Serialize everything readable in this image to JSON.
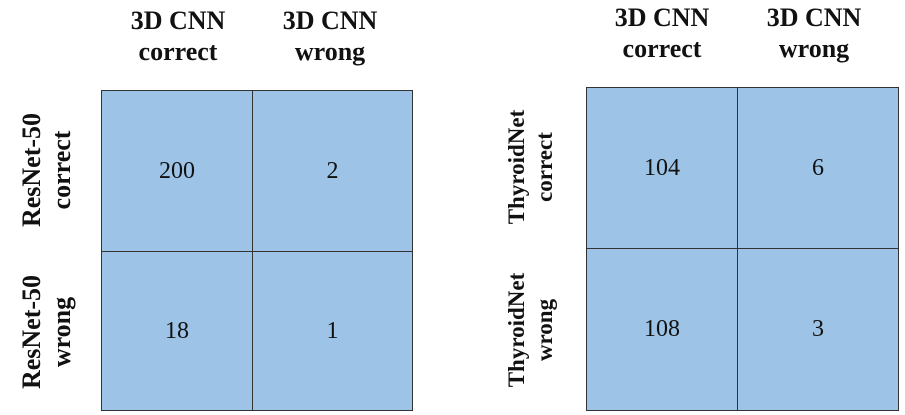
{
  "left_matrix": {
    "col_headers": [
      {
        "line1": "3D CNN",
        "line2": "correct"
      },
      {
        "line1": "3D CNN",
        "line2": "wrong"
      }
    ],
    "row_headers": [
      {
        "line1": "ResNet-50",
        "line2": "correct"
      },
      {
        "line1": "ResNet-50",
        "line2": "wrong"
      }
    ],
    "cells": [
      [
        "200",
        "2"
      ],
      [
        "18",
        "1"
      ]
    ]
  },
  "right_matrix": {
    "col_headers": [
      {
        "line1": "3D CNN",
        "line2": "correct"
      },
      {
        "line1": "3D CNN",
        "line2": "wrong"
      }
    ],
    "row_headers": [
      {
        "line1": "ThyroidNet",
        "line2": "correct"
      },
      {
        "line1": "ThyroidNet",
        "line2": "wrong"
      }
    ],
    "cells": [
      [
        "104",
        "6"
      ],
      [
        "108",
        "3"
      ]
    ]
  },
  "colors": {
    "cell_fill": "#9dc3e6",
    "cell_border": "#333333"
  }
}
